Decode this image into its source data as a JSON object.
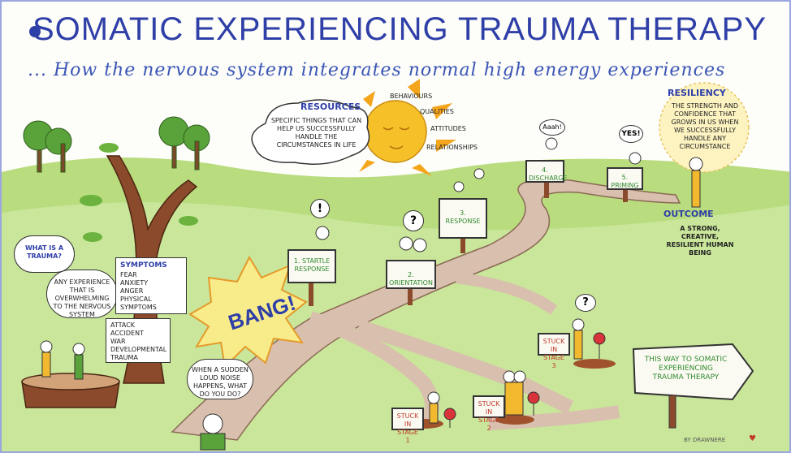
{
  "title": "SOMATIC EXPERIENCING TRAUMA THERAPY",
  "subtitle": "... How the nervous system integrates normal high energy experiences",
  "resources": {
    "heading": "RESOURCES",
    "text": "SPECIFIC THINGS THAT CAN HELP US SUCCESSFULLY HANDLE THE CIRCUMSTANCES IN LIFE",
    "sun_rays": [
      "BEHAVIOURS",
      "QUALITIES",
      "ATTITUDES",
      "RELATIONSHIPS"
    ]
  },
  "resiliency": {
    "heading": "RESILIENCY",
    "text": "THE STRENGTH AND CONFIDENCE THAT GROWS IN US WHEN WE SUCCESSFULLY HANDLE ANY CIRCUMSTANCE"
  },
  "outcome": {
    "heading": "OUTCOME",
    "text": "A STRONG, CREATIVE, RESILIENT HUMAN BEING"
  },
  "trauma": {
    "question": "WHAT IS A TRAUMA?",
    "answer": "ANY EXPERIENCE THAT IS OVERWHELMING TO THE NERVOUS SYSTEM",
    "symptoms_heading": "SYMPTOMS",
    "symptoms": [
      "FEAR",
      "ANXIETY",
      "ANGER",
      "PHYSICAL SYMPTOMS"
    ],
    "causes": [
      "ATTACK",
      "ACCIDENT",
      "WAR",
      "DEVELOPMENTAL TRAUMA"
    ]
  },
  "bang": "BANG!",
  "noise_bubble": "WHEN A SUDDEN LOUD NOISE HAPPENS, WHAT DO YOU DO?",
  "stages": [
    {
      "label": "1. STARTLE RESPONSE",
      "bubble": "!"
    },
    {
      "label": "2. ORIENTATION",
      "bubble": "?"
    },
    {
      "label": "3. RESPONSE",
      "bubble": ""
    },
    {
      "label": "4. DISCHARGE",
      "bubble": "Aaah!"
    },
    {
      "label": "5. PRIMING",
      "bubble": "YES!"
    }
  ],
  "stuck": [
    {
      "label": "STUCK IN STAGE 1"
    },
    {
      "label": "STUCK IN STAGE 2"
    },
    {
      "label": "STUCK IN STAGE 3",
      "bubble": "?"
    }
  ],
  "direction_sign": "this way to SOMATIC EXPERIENCING TRAUMA THERAPY",
  "credit": "BY DRAWNERE",
  "colors": {
    "title_blue": "#2f3fa8",
    "label_green": "#2f8a2f",
    "grass": "#a6d36a",
    "path": "#d9bfae",
    "sun": "#f4a51c",
    "trunk": "#8b4a2b"
  }
}
